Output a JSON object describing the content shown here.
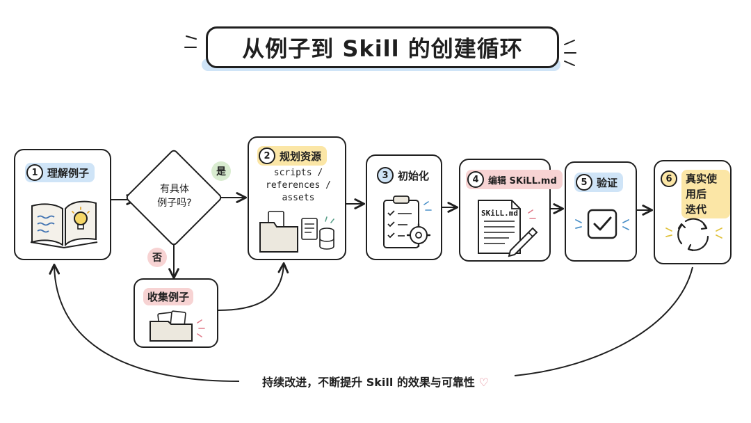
{
  "title": "从例子到 Skill 的创建循环",
  "decision": {
    "question_line1": "有具体",
    "question_line2": "例子吗?",
    "yes_label": "是",
    "no_label": "否"
  },
  "steps": [
    {
      "number": "1",
      "label": "理解例子"
    },
    {
      "number": "2",
      "label": "规划资源"
    },
    {
      "number": "3",
      "label": "初始化"
    },
    {
      "number": "4",
      "label": "编辑 SKiLL.md"
    },
    {
      "number": "5",
      "label": "验证"
    },
    {
      "number": "6",
      "label_line1": "真实使用后",
      "label_line2": "迭代"
    }
  ],
  "collect": {
    "label": "收集例子"
  },
  "resources": {
    "line1": "scripts /",
    "line2": "references /",
    "line3": "assets"
  },
  "doc_label": "SKiLL.md",
  "footer": {
    "text": "持续改进，不断提升 Skill 的效果与可靠性",
    "heart": "♡"
  },
  "colors": {
    "blue": "#cfe4f7",
    "yellow": "#fbe6a6",
    "pink": "#f7d3d3",
    "green": "#d9ecd0",
    "ink": "#1f1f1f",
    "heart": "#e07b8a"
  }
}
